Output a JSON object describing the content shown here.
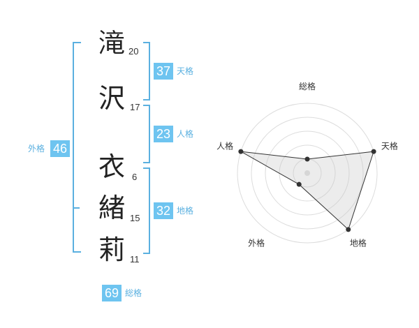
{
  "name": {
    "chars": [
      {
        "char": "滝",
        "strokes": "20"
      },
      {
        "char": "沢",
        "strokes": "17"
      },
      {
        "char": "衣",
        "strokes": "6"
      },
      {
        "char": "緒",
        "strokes": "15"
      },
      {
        "char": "莉",
        "strokes": "11"
      }
    ]
  },
  "fortunes": {
    "tenkaku": {
      "value": "37",
      "label": "天格"
    },
    "jinkaku": {
      "value": "23",
      "label": "人格"
    },
    "chikaku": {
      "value": "32",
      "label": "地格"
    },
    "gaikaku": {
      "value": "46",
      "label": "外格"
    },
    "soukaku": {
      "value": "69",
      "label": "総格"
    }
  },
  "colors": {
    "accent": "#6ec4f0",
    "bracket": "#5ab0e0"
  },
  "chart_data": {
    "type": "radar",
    "axes": [
      "総格",
      "天格",
      "地格",
      "外格",
      "人格"
    ],
    "scale_rings": 5,
    "max": 5,
    "series": [
      {
        "values": [
          1,
          5,
          5,
          1,
          5
        ]
      }
    ]
  }
}
